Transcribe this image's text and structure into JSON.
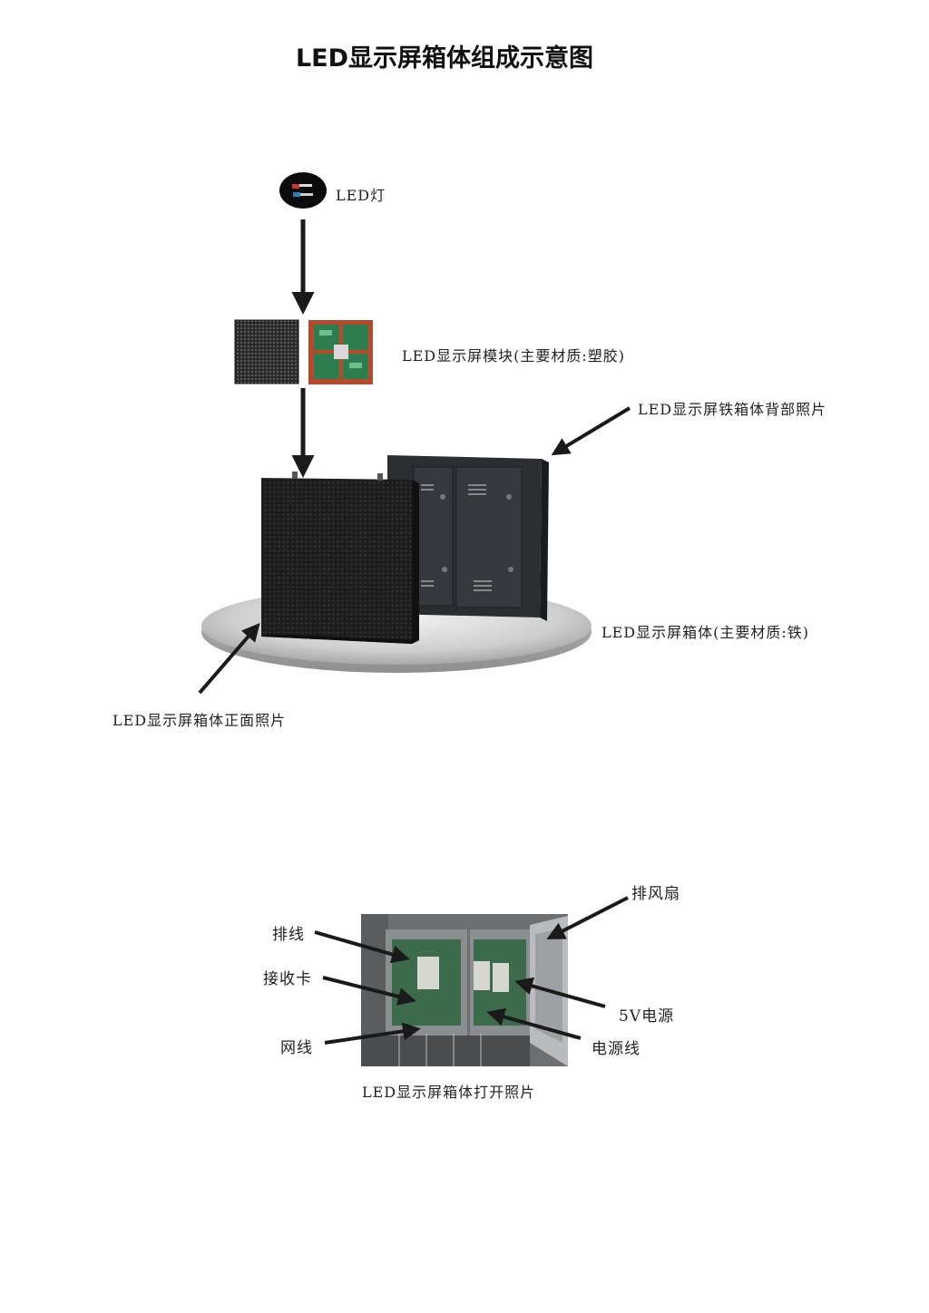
{
  "title": "LED显示屏箱体组成示意图",
  "labels": {
    "led_lamp": "LED灯",
    "module": "LED显示屏模块(主要材质:塑胶)",
    "cabinet_back": "LED显示屏铁箱体背部照片",
    "cabinet": "LED显示屏箱体(主要材质:铁)",
    "cabinet_front": "LED显示屏箱体正面照片",
    "cabinet_open": "LED显示屏箱体打开照片"
  },
  "callouts": {
    "ribbon_cable": "排线",
    "receiving_card": "接收卡",
    "network_cable": "网线",
    "exhaust_fan": "排风扇",
    "power_5v": "5V电源",
    "power_cable": "电源线"
  }
}
